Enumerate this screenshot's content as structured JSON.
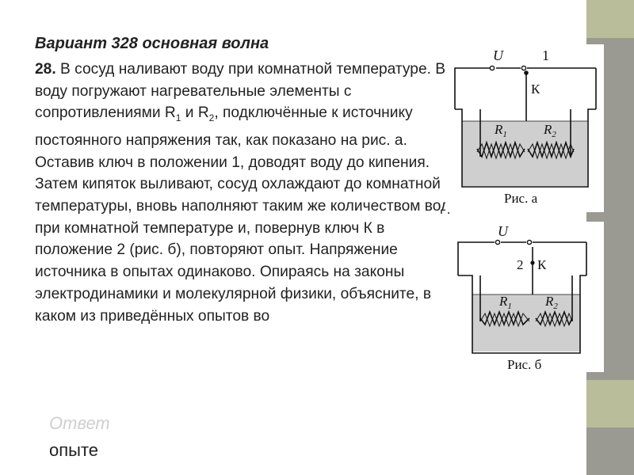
{
  "heading": "Вариант 328 основная волна",
  "task": {
    "number": "28.",
    "text_part1": " В сосуд наливают воду при комнатной температуре. В воду погружают нагревательные элементы с сопротивлениями ",
    "r1_base": "R",
    "r1_sub": "1",
    "and_word": " и ",
    "r2_base": "R",
    "r2_sub": "2",
    "text_part2": ", подключённые к источнику постоянного напряжения так, как показано на рис. а. Оставив ключ в положении 1, доводят воду до кипения. Затем кипяток выливают, сосуд охлаждают до комнатной температуры, вновь наполняют таким же количеством воды при комнатной температуре и, повернув ключ К в положение 2 (рис. б), повторяют опыт. Напряжение источника в опытах одинаково. Опираясь на законы электродинамики и молекулярной физики, объясните, в каком из приведённых опытов во"
  },
  "answer_ghost": "Ответ",
  "answer_tail": "опыте",
  "figure_a": {
    "voltage_label": "U",
    "position_label": "1",
    "key_label": "К",
    "r1": "R",
    "r1_sub": "1",
    "r2": "R",
    "r2_sub": "2",
    "caption": "Рис. а"
  },
  "figure_b": {
    "voltage_label": "U",
    "position_label": "2",
    "key_label": "К",
    "r1": "R",
    "r1_sub": "1",
    "r2": "R",
    "r2_sub": "2",
    "caption": "Рис. б"
  },
  "colors": {
    "side_band": "#9a9a92",
    "side_band_accent": "#b9bd99",
    "water": "#cfcfcf",
    "ghost_text": "#cfcfcf"
  }
}
